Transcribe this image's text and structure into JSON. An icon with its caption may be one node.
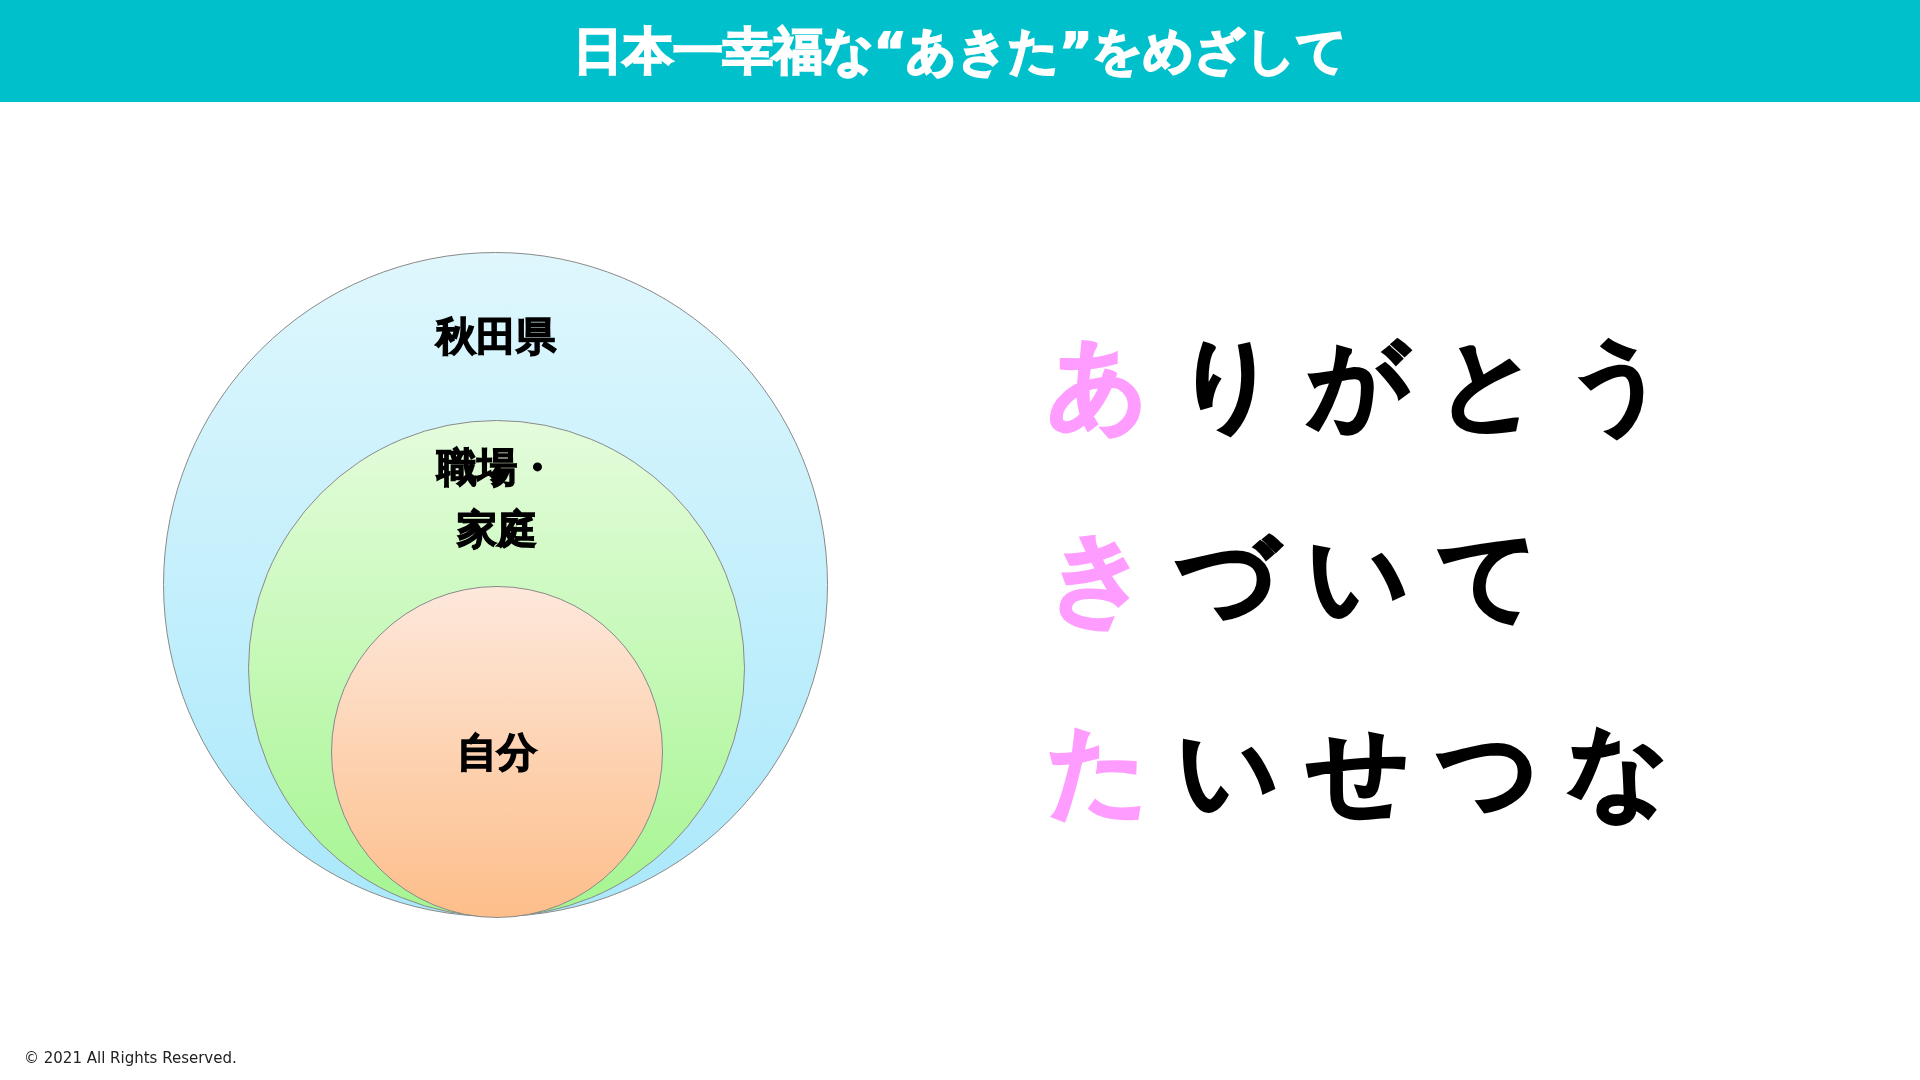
{
  "diagram": {
    "title": "日本一幸福な“あきた”をめざして",
    "nodes": [
      {
        "text": [
          "秋田県"
        ]
      },
      {
        "text": [
          "職場・家庭"
        ],
        "in": 0
      },
      {
        "text": [
          "自分"
        ],
        "in": 1
      }
    ],
    "edges": [],
    "labels": [
      "ありがとう",
      "きづいて",
      "たいせつな",
      "© 2021 All Rights Reserved."
    ]
  }
}
